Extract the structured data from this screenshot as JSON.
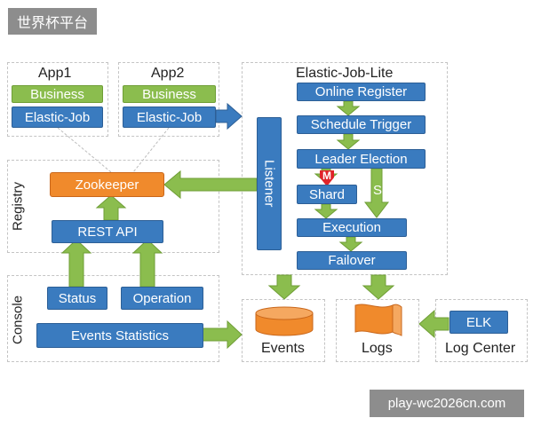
{
  "watermark_top": "世界杯平台",
  "watermark_bottom": "play-wc2026cn.com",
  "app1": {
    "title": "App1",
    "business": "Business",
    "elastic_job": "Elastic-Job"
  },
  "app2": {
    "title": "App2",
    "business": "Business",
    "elastic_job": "Elastic-Job"
  },
  "registry": {
    "section_label": "Registry",
    "zookeeper": "Zookeeper",
    "rest_api": "REST API"
  },
  "console": {
    "section_label": "Console",
    "status": "Status",
    "operation": "Operation",
    "events_statistics": "Events Statistics"
  },
  "lite": {
    "title": "Elastic-Job-Lite",
    "online_register": "Online Register",
    "schedule_trigger": "Schedule Trigger",
    "leader_election": "Leader Election",
    "shard": "Shard",
    "execution": "Execution",
    "failover": "Failover",
    "listener": "Listener",
    "master_marker": "M",
    "slave_marker": "S"
  },
  "outputs": {
    "events": "Events",
    "logs": "Logs",
    "log_center": "Log Center",
    "elk": "ELK"
  },
  "colors": {
    "blue": "#3a7bbf",
    "green": "#8bbd4e",
    "orange": "#f08a2c",
    "red": "#e0242a"
  }
}
